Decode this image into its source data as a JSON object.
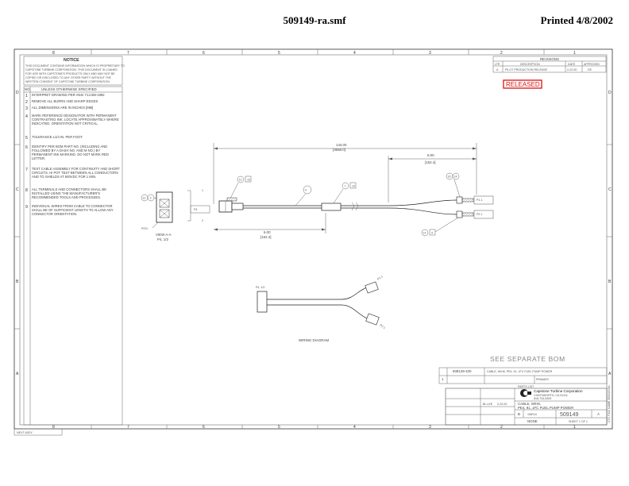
{
  "header": {
    "file_name": "509149-ra.smf",
    "printed": "Printed 4/8/2002"
  },
  "zones": {
    "columns": [
      "8",
      "7",
      "6",
      "5",
      "4",
      "3",
      "2",
      "1"
    ],
    "rows": [
      "D",
      "C",
      "B",
      "A"
    ]
  },
  "notice": {
    "title": "NOTICE",
    "lines": [
      "THIS DOCUMENT CONTAINS INFORMATION WHICH IS PROPRIETARY TO",
      "CAPSTONE TURBINE CORPORATION. THIS DOCUMENT IS LOANED",
      "FOR USE WITH CAPSTONE'S PRODUCTS ONLY AND MAY NOT BE",
      "COPIED OR DISCLOSED TO ANY OTHER PARTY WITHOUT THE",
      "WRITTEN CONSENT OF CAPSTONE TURBINE CORPORATION."
    ]
  },
  "notes": {
    "header_no": "NO.",
    "header": "UNLESS OTHERWISE SPECIFIED",
    "items": [
      {
        "no": "1",
        "text": "INTERPRET DRAWING PER ANSI Y14.5M-1982"
      },
      {
        "no": "2",
        "text": "REMOVE ALL BURRS AND SHARP EDGES"
      },
      {
        "no": "3",
        "text": "ALL DIMENSIONS ARE IN INCHES [MM]"
      },
      {
        "no": "4",
        "text": "MARK REFERENCE DESIGNATOR WITH PERMANENT CONTRASTING INK. LOCATE APPROXIMATELY WHERE INDICATED. ORIENTATION NOT CRITICAL."
      },
      {
        "no": "5",
        "text": "TOLERANCE ±1/4 IN. PER FOOT."
      },
      {
        "no": "6",
        "text": "IDENTIFY PER BOM PART NO. (INCLUDING AND FOLLOWED BY A DASH NO. AND M NO.) BY PERMANENT INK MARKING. DO NOT MARK RED LETTER."
      },
      {
        "no": "7",
        "text": "TEST CABLE ASSEMBLY FOR CONTINUITY AND SHORT CIRCUITS. HI POT TEST BETWEEN ALL CONDUCTORS AND TO SHIELDS AT 600VDC FOR 1 MIN."
      },
      {
        "no": "8",
        "text": "ALL TERMINALS AND CONNECTORS SHALL BE INSTALLED USING THE MANUFACTURER'S RECOMMENDED TOOLS AND PROCESSES."
      },
      {
        "no": "9",
        "text": "INDIVIDUAL WIRES FROM CABLE TO CONNECTOR SHALL BE OF SUFFICIENT LENGTH TO ALLOW ANY CONNECTOR ORIENTATION."
      }
    ]
  },
  "revisions": {
    "title": "REVISIONS",
    "columns": [
      "LTR",
      "DESCRIPTION",
      "DATE",
      "APPROVED"
    ],
    "rows": [
      {
        "ltr": "A",
        "description": "PILOT PRODUCTION RELEASE",
        "date": "2-22-00",
        "approved": "DE"
      }
    ]
  },
  "released_stamp": "RELEASED",
  "drawing": {
    "dim_overall": "144.00",
    "dim_overall_mm": "[3658.0]",
    "dim_branch": "6.00",
    "dim_branch_mm": "[152.4]",
    "dim_lower": "6.00",
    "dim_lower_mm": "[152.4]",
    "view_label": "VIEW A-A",
    "view_sub": "P4, 1/2",
    "pos_label": "POS-",
    "p4_label": "P4",
    "pin_1": "1",
    "pin_2": "2",
    "balloons": [
      "12",
      "3",
      "13",
      "15",
      "4",
      "7",
      "10",
      "16",
      "14",
      "14",
      "9"
    ],
    "callout_p1": "P1-1",
    "callout_p2": "P2-1"
  },
  "wiring": {
    "title": "WIRING DIAGRAM",
    "conn_label": "P4, 1/2",
    "wire_a": "P1-1",
    "wire_b": "P2-1"
  },
  "bom_note": "SEE SEPARATE BOM",
  "parts_list": {
    "part_no": "509149-100",
    "qty": "1",
    "description": "CABLE, W/H6, PE4, 91, 1FC FUEL PUMP POWER",
    "status": "PRIMARY",
    "title": "PARTS LIST"
  },
  "title_block": {
    "company": "Capstone Turbine Corporation",
    "address1": "CHATSWORTH, CA 91311",
    "address2": "818-734-5300",
    "title1": "CABLE, W/H6,",
    "title2": "PE4, 91, 1FC FUEL PUMP POWER",
    "size": "B",
    "dwg_no": "509149",
    "rev": "A",
    "scale": "NONE",
    "sheet": "SHEET 1 OF 1",
    "drawn_by": "BL.LEE",
    "date": "2-22-00",
    "cage_code": "1WRJ4"
  },
  "side_stamp": "CTC FILE NAME 509149-RA",
  "next_assy": "NEXT ASSY"
}
